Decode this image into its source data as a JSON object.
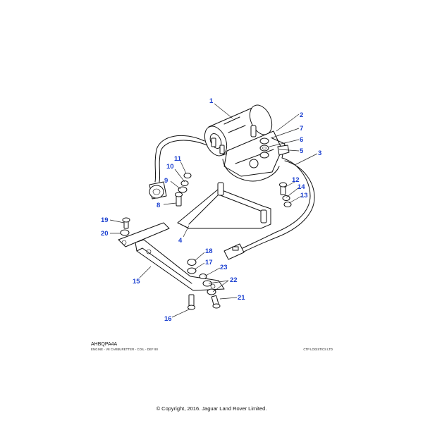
{
  "diagram": {
    "reference_code": "AHBQPA4A",
    "caption": "ENGINE - V8 CARBURETTER - COIL - DEF 90",
    "supplier": "CTP LOGISTICS LTD",
    "copyright": "© Copyright, 2016. Jaguar Land Rover Limited.",
    "callouts": [
      "1",
      "2",
      "3",
      "4",
      "5",
      "6",
      "7",
      "8",
      "9",
      "10",
      "11",
      "12",
      "13",
      "14",
      "15",
      "16",
      "17",
      "18",
      "19",
      "20",
      "21",
      "22",
      "23"
    ]
  }
}
